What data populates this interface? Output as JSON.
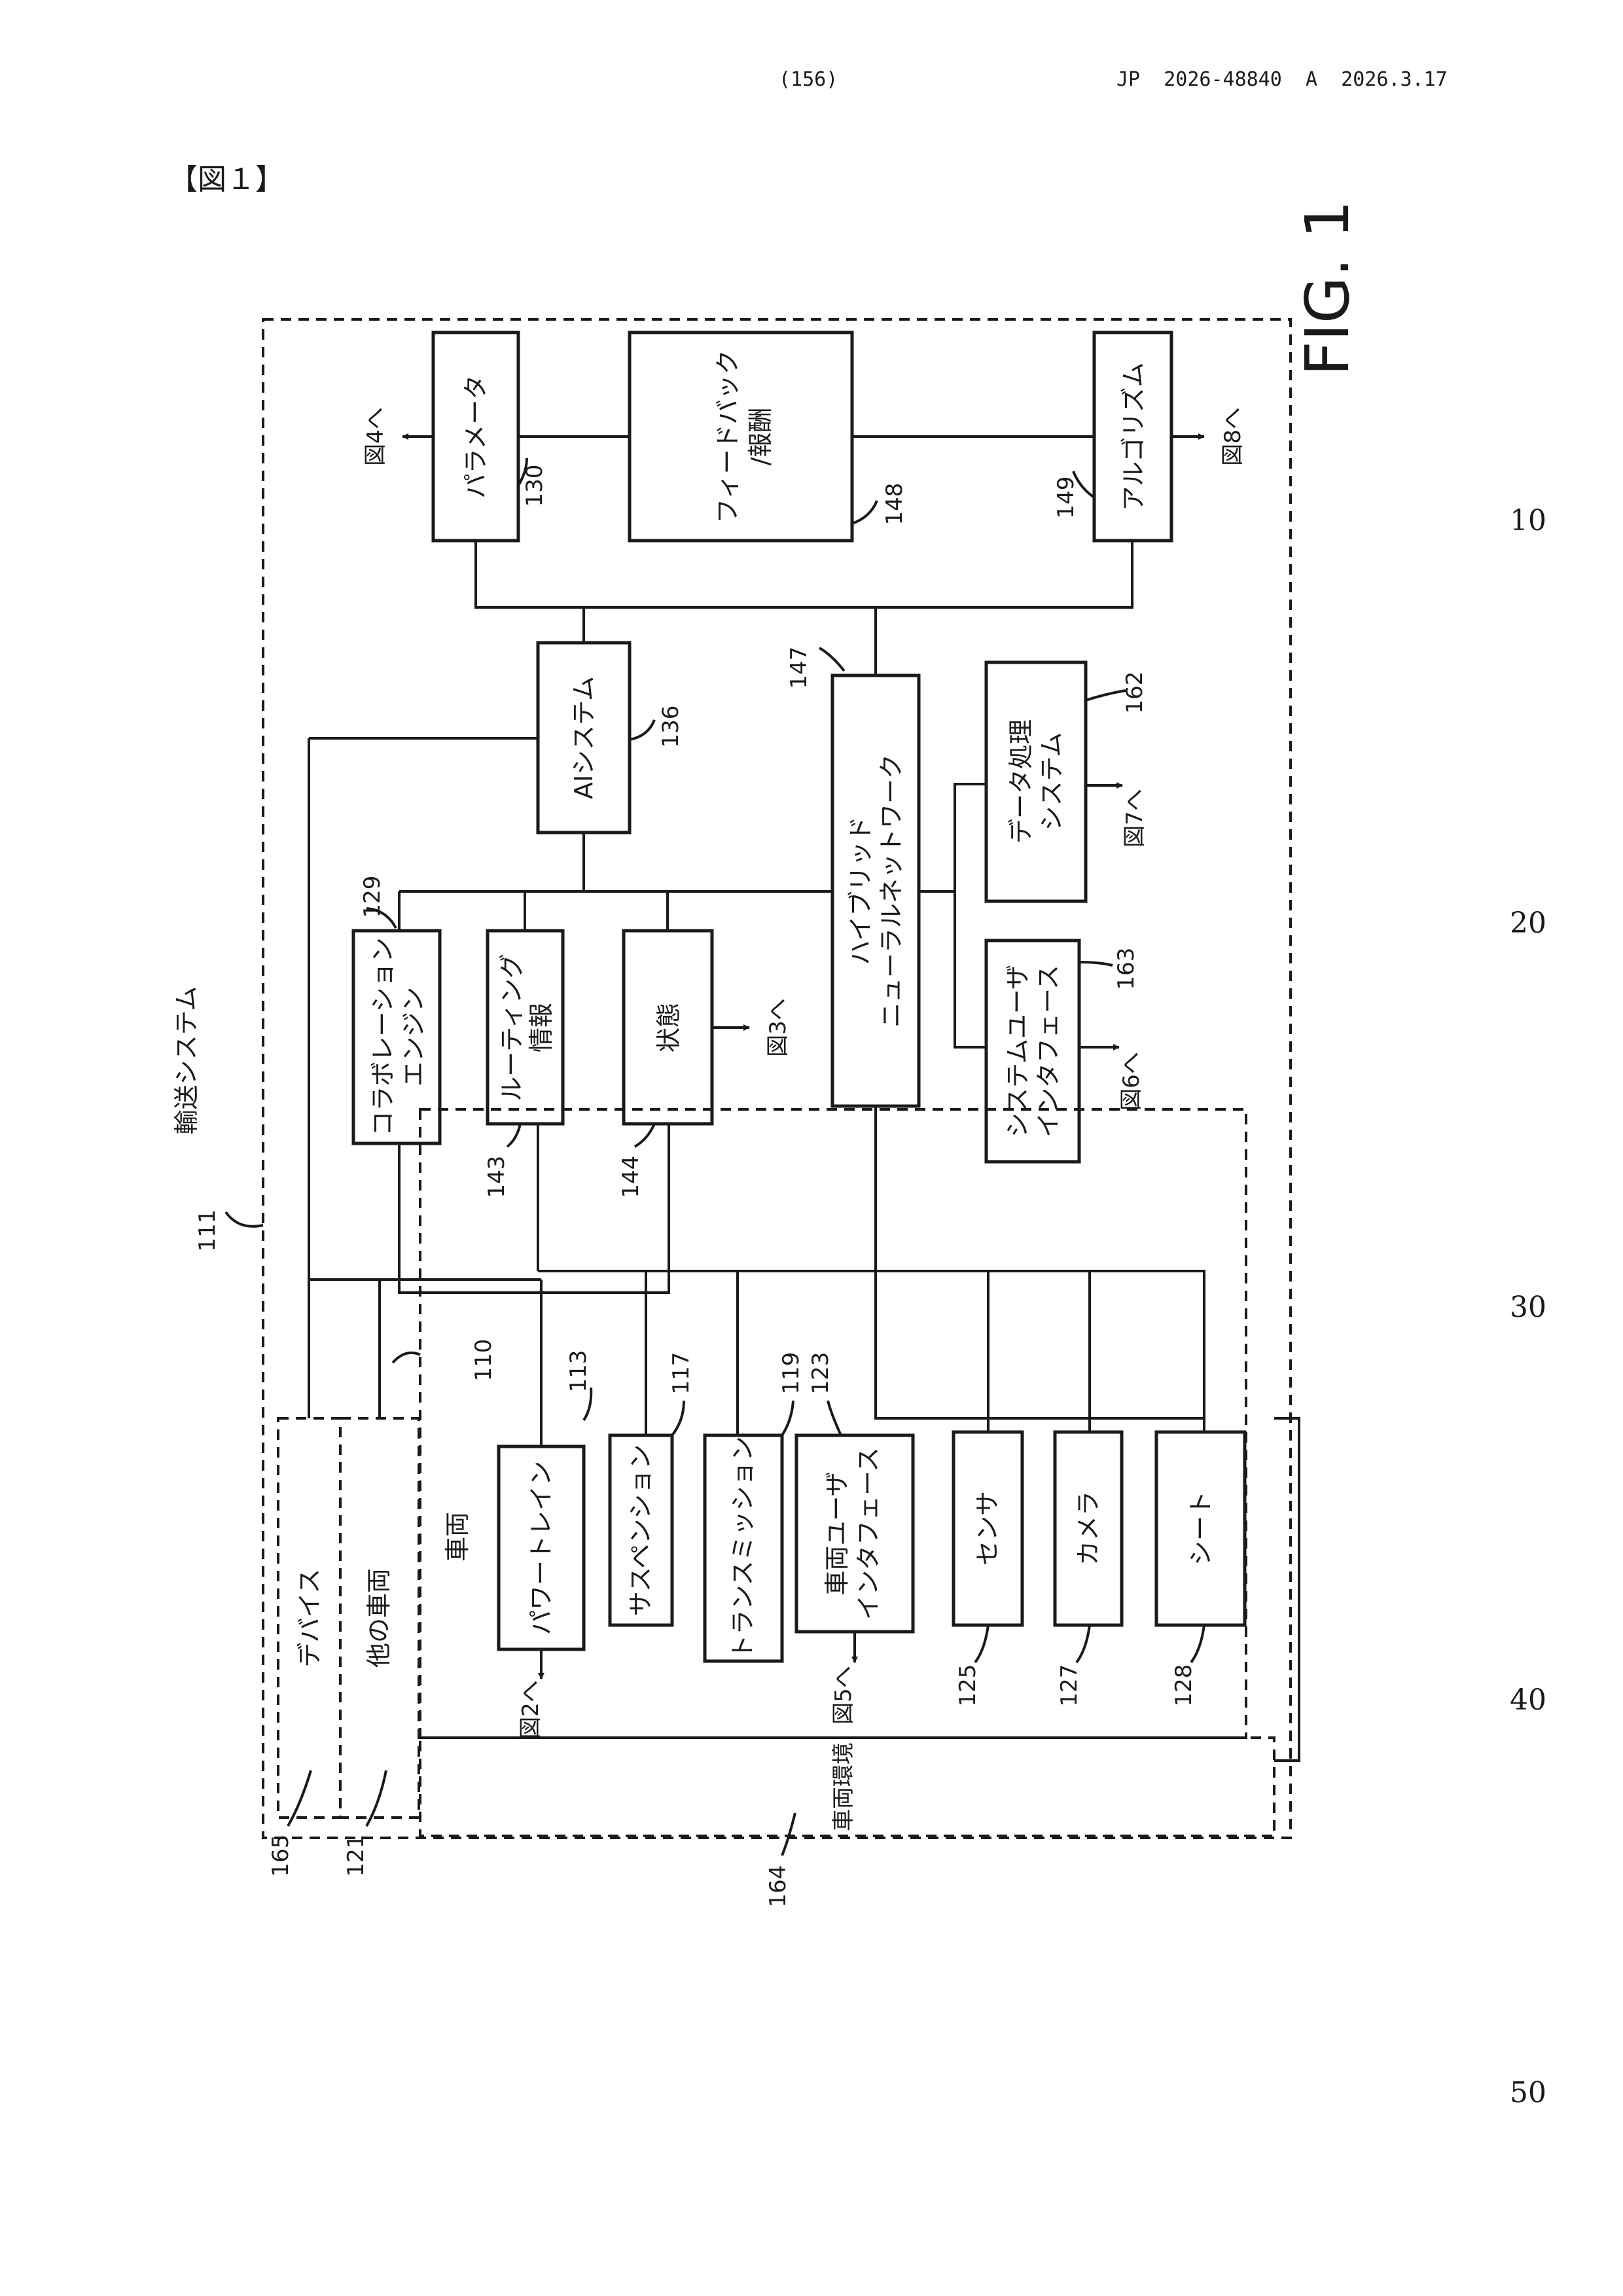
{
  "header": {
    "page_number": "(156)",
    "publication": "JP  2026-48840  A  2026.3.17"
  },
  "figure_label": "【図１】",
  "line_numbers": [
    "10",
    "20",
    "30",
    "40",
    "50"
  ],
  "figure": {
    "fig_title": "FIG. 1",
    "outer": {
      "label": "輸送システム",
      "ref": "111"
    },
    "vehicle": {
      "label": "車両",
      "ref": "110"
    },
    "environment": {
      "label": "車両環境",
      "ref": "164"
    },
    "top_boxes": {
      "parameters": {
        "label": "パラメータ",
        "ref": "130",
        "to": "図4へ"
      },
      "feedback": {
        "line1": "フィードバック",
        "line2": "/報酬",
        "ref": "148"
      },
      "algorithm": {
        "label": "アルゴリズム",
        "ref": "149",
        "to": "図8へ"
      }
    },
    "ai_system": {
      "label": "AIシステム",
      "ref": "136"
    },
    "hybrid_nn": {
      "line1": "ハイブリッド",
      "line2": "ニューラルネットワーク",
      "ref": "147"
    },
    "data_processing": {
      "line1": "データ処理",
      "line2": "システム",
      "ref": "162",
      "to": "図7へ"
    },
    "system_ui": {
      "line1": "システムユーザ",
      "line2": "インタフェース",
      "ref": "163",
      "to": "図6へ"
    },
    "collaboration": {
      "line1": "コラボレーション",
      "line2": "エンジン",
      "ref": "129"
    },
    "routing": {
      "line1": "ルーティング",
      "line2": "情報",
      "ref": "143"
    },
    "state": {
      "label": "状態",
      "ref": "144",
      "to": "図3へ"
    },
    "powertrain": {
      "label": "パワートレイン",
      "ref": "113",
      "to": "図2へ"
    },
    "suspension": {
      "label": "サスペンション",
      "ref": "117"
    },
    "transmission": {
      "label": "トランスミッション",
      "ref": "119"
    },
    "vehicle_ui": {
      "line1": "車両ユーザ",
      "line2": "インタフェース",
      "ref": "123",
      "to": "図5へ"
    },
    "sensor": {
      "label": "センサ",
      "ref": "125"
    },
    "camera": {
      "label": "カメラ",
      "ref": "127"
    },
    "seat": {
      "label": "シート",
      "ref": "128"
    },
    "device": {
      "label": "デバイス",
      "ref": "165"
    },
    "other_vehicle": {
      "label": "他の車両",
      "ref": "121"
    }
  }
}
